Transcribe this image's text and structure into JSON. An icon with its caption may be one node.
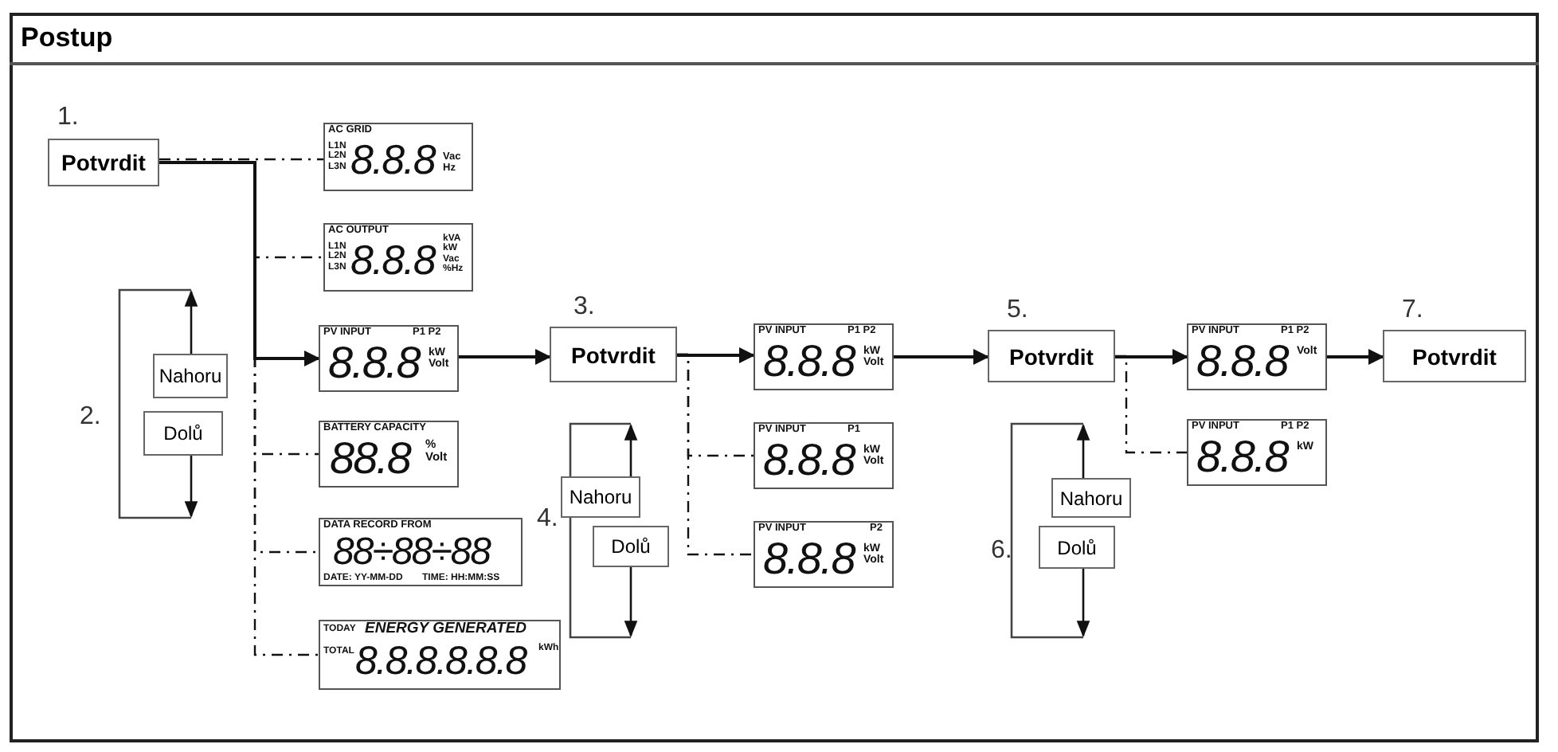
{
  "diagram": {
    "title": "Postup",
    "nodes": [
      {
        "text": [
          "Potvrdit"
        ],
        "beside": [
          "1."
        ]
      },
      {
        "text": [
          "AC GRID",
          "L1N L2N L3N",
          "8.8.8",
          "Vac Hz"
        ]
      },
      {
        "text": [
          "AC OUTPUT",
          "L1N L2N L3N",
          "8.8.8",
          "kVA kW Vac %Hz"
        ]
      },
      {
        "text": [
          "PV INPUT",
          "P1 P2",
          "8.8.8",
          "kW Volt"
        ]
      },
      {
        "text": [
          "BATTERY CAPACITY",
          "88.8",
          "% Volt"
        ]
      },
      {
        "text": [
          "DATA RECORD FROM",
          "88÷88÷88",
          "DATE: YY-MM-DD",
          "TIME: HH:MM:SS"
        ]
      },
      {
        "text": [
          "TODAY",
          "ENERGY GENERATED",
          "TOTAL",
          "8.8.8.8.8.8",
          "kWh"
        ]
      },
      {
        "text": [
          "Nahoru"
        ]
      },
      {
        "text": [
          "Dolů"
        ]
      },
      {
        "text": [
          "Potvrdit"
        ],
        "beside": [
          "3."
        ]
      },
      {
        "text": [
          "PV INPUT",
          "P1 P2",
          "8.8.8",
          "kW Volt"
        ]
      },
      {
        "text": [
          "PV INPUT",
          "P1",
          "8.8.8",
          "kW Volt"
        ]
      },
      {
        "text": [
          "PV INPUT",
          "P2",
          "8.8.8",
          "kW Volt"
        ]
      },
      {
        "text": [
          "Nahoru"
        ]
      },
      {
        "text": [
          "Dolů"
        ]
      },
      {
        "text": [
          "Potvrdit"
        ],
        "beside": [
          "5."
        ]
      },
      {
        "text": [
          "PV INPUT",
          "P1 P2",
          "8.8.8",
          "Volt"
        ]
      },
      {
        "text": [
          "PV INPUT",
          "P1 P2",
          "8.8.8",
          "kW"
        ]
      },
      {
        "text": [
          "Nahoru"
        ]
      },
      {
        "text": [
          "Dolů"
        ]
      },
      {
        "text": [
          "Potvrdit"
        ],
        "beside": [
          "7."
        ]
      }
    ],
    "edges": [
      {
        "from": 0,
        "to": 1,
        "arrow": "none",
        "style": "dashed"
      },
      {
        "from": 0,
        "to": 2,
        "arrow": "none",
        "style": "dashed"
      },
      {
        "from": 0,
        "to": 4,
        "arrow": "none",
        "style": "dashed"
      },
      {
        "from": 0,
        "to": 5,
        "arrow": "none",
        "style": "dashed"
      },
      {
        "from": 0,
        "to": 6,
        "arrow": "none",
        "style": "dashed"
      },
      {
        "from": 0,
        "to": 3,
        "arrow": "to"
      },
      {
        "from": 7,
        "to": null,
        "arrow": "to"
      },
      {
        "from": 8,
        "to": null,
        "arrow": "to"
      },
      {
        "from": 3,
        "to": 9,
        "arrow": "to"
      },
      {
        "from": 9,
        "to": 11,
        "arrow": "none",
        "style": "dashed"
      },
      {
        "from": 9,
        "to": 12,
        "arrow": "none",
        "style": "dashed"
      },
      {
        "from": 9,
        "to": 10,
        "arrow": "to"
      },
      {
        "from": 13,
        "to": null,
        "arrow": "to"
      },
      {
        "from": 14,
        "to": null,
        "arrow": "to"
      },
      {
        "from": 10,
        "to": 15,
        "arrow": "to"
      },
      {
        "from": 15,
        "to": 17,
        "arrow": "none",
        "style": "dashed"
      },
      {
        "from": 15,
        "to": 16,
        "arrow": "to"
      },
      {
        "from": 18,
        "to": null,
        "arrow": "to"
      },
      {
        "from": 19,
        "to": null,
        "arrow": "to"
      },
      {
        "from": 16,
        "to": 20,
        "arrow": "to"
      }
    ],
    "labels": [
      "2.",
      "4.",
      "6."
    ]
  }
}
